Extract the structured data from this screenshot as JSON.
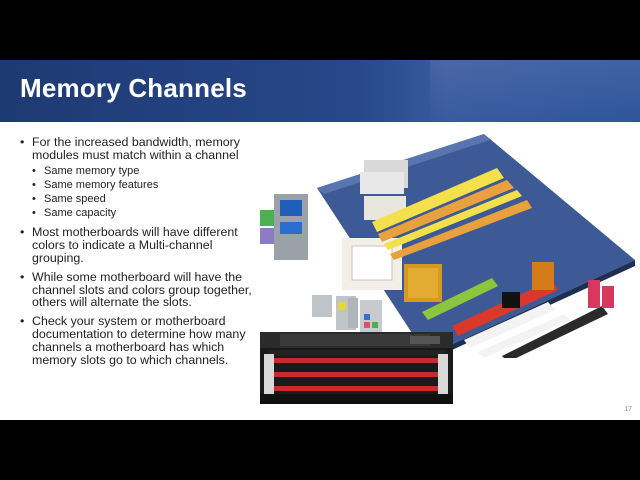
{
  "slide": {
    "title": "Memory Channels",
    "bullets": [
      {
        "text": "For the increased bandwidth, memory modules must match within a channel",
        "sub": [
          "Same memory type",
          "Same memory features",
          "Same speed",
          "Same capacity"
        ]
      },
      {
        "text": "Most motherboards will have different colors to indicate a Multi-channel grouping."
      },
      {
        "text": "While some motherboard will have the channel slots and colors group together, others will alternate the slots."
      },
      {
        "text": "Check your system or motherboard documentation to determine how many channels a motherboard has which memory slots go to which channels."
      }
    ],
    "page_number": "17"
  },
  "colors": {
    "title_bar": "#27478a",
    "title_text": "#ffffff",
    "letterbox": "#000000"
  },
  "images": {
    "motherboard": "motherboard-photo",
    "ram_slots": "ram-slots-photo"
  }
}
